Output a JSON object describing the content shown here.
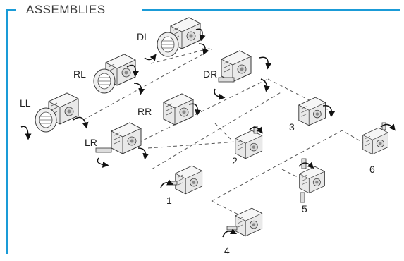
{
  "title": "ASSEMBLIES",
  "accent_color": "#1a9bd7",
  "mount_labels": {
    "LL": "LL",
    "RL": "RL",
    "DL": "DL",
    "DR": "DR",
    "RR": "RR",
    "LR": "LR"
  },
  "position_labels": {
    "p1": "1",
    "p2": "2",
    "p3": "3",
    "p4": "4",
    "p5": "5",
    "p6": "6"
  }
}
